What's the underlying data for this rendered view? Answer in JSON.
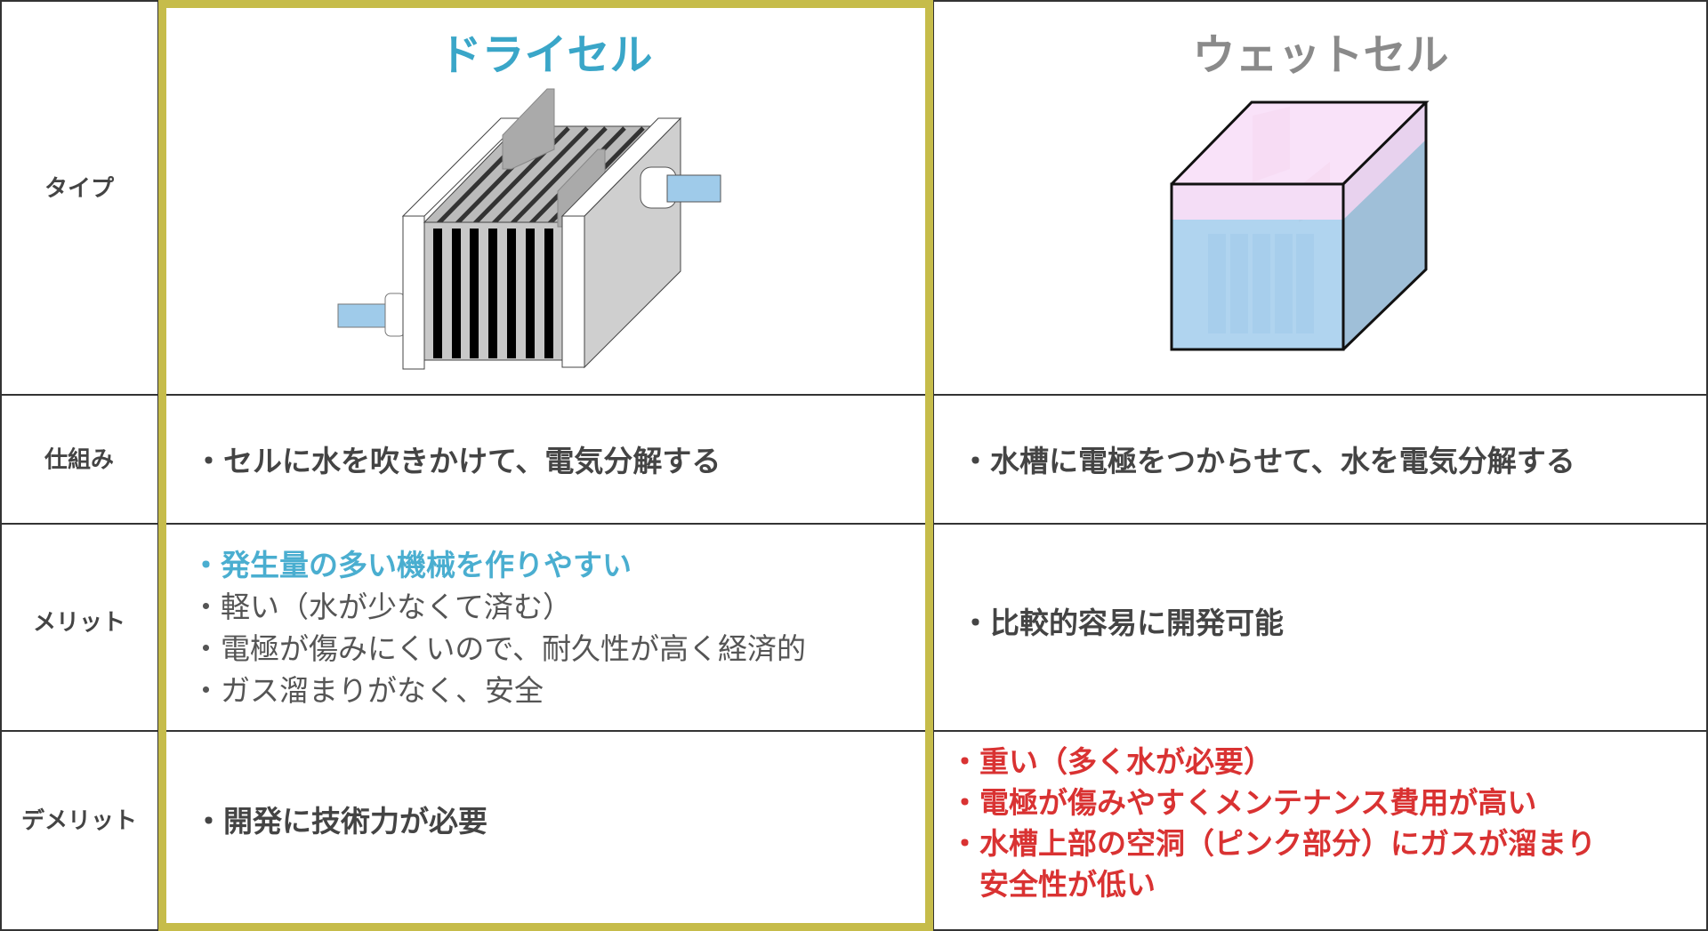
{
  "rows": {
    "type": "タイプ",
    "mechanism": "仕組み",
    "merit": "メリット",
    "demerit": "デメリット"
  },
  "dry": {
    "title": "ドライセル",
    "mechanism": "・セルに水を吹きかけて、電気分解する",
    "merits": [
      "・発生量の多い機械を作りやすい",
      "・軽い（水が少なくて済む）",
      "・電極が傷みにくいので、耐久性が高く経済的",
      "・ガス溜まりがなく、安全"
    ],
    "demerit": "・開発に技術力が必要"
  },
  "wet": {
    "title": "ウェットセル",
    "mechanism": "・水槽に電極をつからせて、水を電気分解する",
    "merit": "・比較的容易に開発可能",
    "demerits": [
      "・重い（多く水が必要）",
      "・電極が傷みやすくメンテナンス費用が高い",
      "・水槽上部の空洞（ピンク部分）にガスが溜まり",
      "　安全性が低い"
    ]
  },
  "colors": {
    "dry_accent": "#3aa6c8",
    "wet_title": "#8a8a8a",
    "demerit_red": "#d93232",
    "highlight_border": "#c6bc4a"
  }
}
